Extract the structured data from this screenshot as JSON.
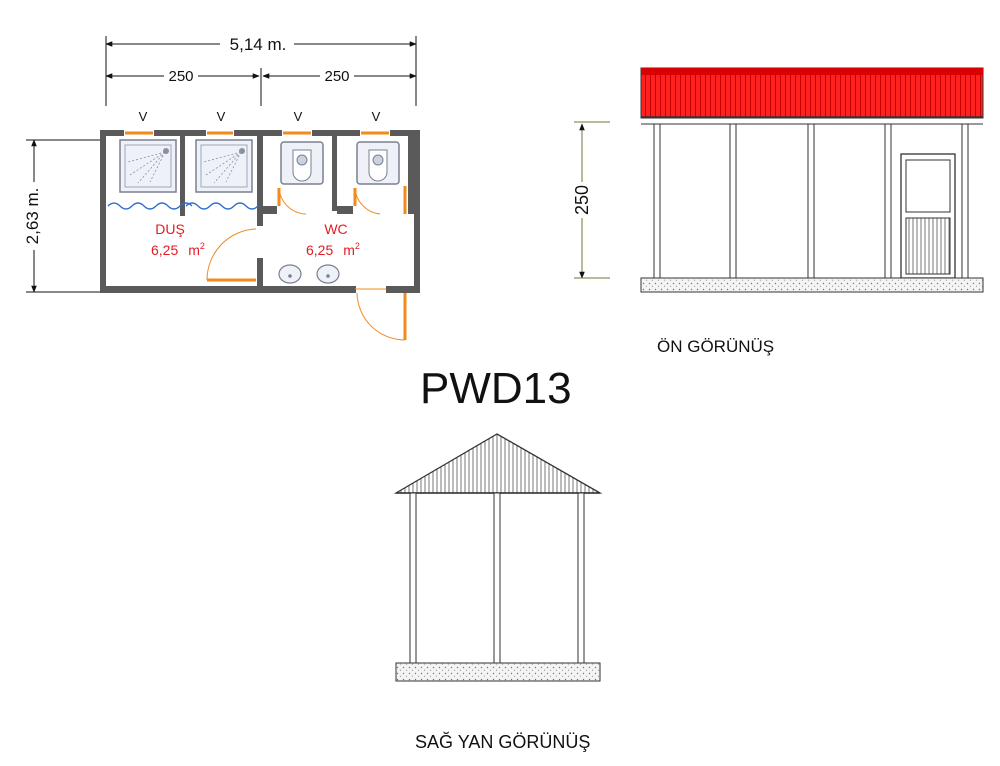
{
  "title": "PWD13",
  "plan": {
    "total_width": "5,14 m.",
    "segment_left": "250",
    "segment_right": "250",
    "depth": "2,63 m.",
    "window_marks": [
      "V",
      "V",
      "V",
      "V"
    ],
    "rooms": [
      {
        "name": "DUŞ",
        "area": "6,25",
        "unit": "m",
        "exp": "2"
      },
      {
        "name": "WC",
        "area": "6,25",
        "unit": "m",
        "exp": "2"
      }
    ]
  },
  "front_view": {
    "height_label": "250",
    "caption": "ÖN GÖRÜNÜŞ",
    "roof_color": "#ff1a1a"
  },
  "side_view": {
    "caption": "SAĞ YAN GÖRÜNÜŞ"
  }
}
